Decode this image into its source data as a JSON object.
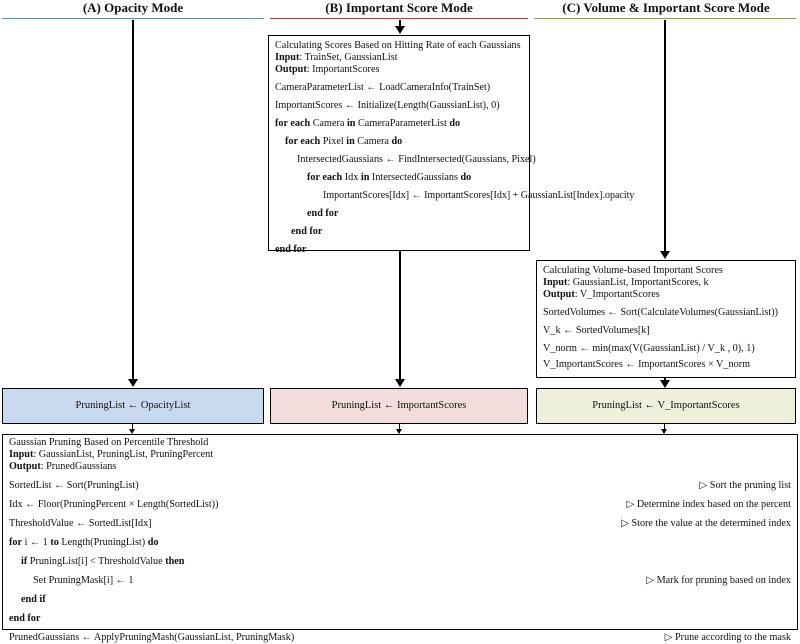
{
  "headers": {
    "a": "(A) Opacity Mode",
    "b": "(B) Important Score Mode",
    "c": "(C) Volume & Important Score Mode"
  },
  "colors": {
    "a_line": "#4a90d9",
    "b_line": "#c0392b",
    "c_line": "#8aa33a",
    "a_box": "#c9d9ef",
    "b_box": "#f3dcdc",
    "c_box": "#eef0dc"
  },
  "hitting_algo": {
    "title": "Calculating Scores Based on Hitting Rate of each Gaussians",
    "input_kw": "Input",
    "input_val": ": TrainSet, GaussianList",
    "output_kw": "Output",
    "output_val": ": ImportantScores",
    "l1": "CameraParameterList ← LoadCameraInfo(TrainSet)",
    "l2": "ImportantScores ← Initialize(Length(GaussianList), 0)",
    "l3_kw1": "for each",
    "l3_a": " Camera ",
    "l3_kw2": "in",
    "l3_b": " CameraParameterList ",
    "l3_kw3": "do",
    "l4_kw1": "for each",
    "l4_a": " Pixel ",
    "l4_kw2": "in",
    "l4_b": " Camera ",
    "l4_kw3": "do",
    "l5": "IntersectedGaussians ← FindIntersected(Gaussians, Pixel)",
    "l6_kw1": "for each",
    "l6_a": " Idx ",
    "l6_kw2": "in",
    "l6_b": " IntersectedGaussians ",
    "l6_kw3": "do",
    "l7": "ImportantScores[Idx] ← ImportantScores[Idx] + GaussianList[Index].opacity",
    "end_for": "end for"
  },
  "volume_algo": {
    "title": "Calculating Volume-based Important Scores",
    "input_kw": "Input",
    "input_val": ": GaussianList, ImportantScores, k",
    "output_kw": "Output",
    "output_val": ": V_ImportantScores",
    "l1": "SortedVolumes ← Sort(CalculateVolumes(GaussianList))",
    "l2": "V_k ← SortedVolumes[k]",
    "l3": "V_norm ← min(max(V(GaussianList) / V_k , 0), 1)",
    "l4": "V_ImportantScores ← ImportantScores × V_norm"
  },
  "pruning_lists": {
    "a": "PruningList ← OpacityList",
    "b": "PruningList ← ImportantScores",
    "c": "PruningList ← V_ImportantScores"
  },
  "pruning_algo": {
    "title": "Gaussian Pruning Based on Percentile Threshold",
    "input_kw": "Input",
    "input_val": ": GaussianList, PruningList, PruningPercent",
    "output_kw": "Output",
    "output_val": ": PrunedGaussians",
    "l1": "SortedList ← Sort(PruningList)",
    "c1": "▷ Sort the pruning list",
    "l2": "Idx ← Floor(PruningPercent × Length(SortedList))",
    "c2": "▷ Determine index based on the percent",
    "l3": "ThresholdValue ← SortedList[Idx]",
    "c3": "▷ Store the value at the determined index",
    "l4_kw1": "for",
    "l4_a": " i ← 1 ",
    "l4_kw2": "to",
    "l4_b": " Length(PruningList) ",
    "l4_kw3": "do",
    "l5_kw1": "if",
    "l5_a": " PruningList[i] < ThresholdValue ",
    "l5_kw2": "then",
    "l6": "Set PruningMask[i] ← 1",
    "c6": "▷ Mark for pruning based on index",
    "end_if": "end if",
    "end_for": "end for",
    "l9": "PrunedGaussians ← ApplyPruningMash(GaussianList, PruningMask)",
    "c9": "▷ Prune according to the mask"
  }
}
